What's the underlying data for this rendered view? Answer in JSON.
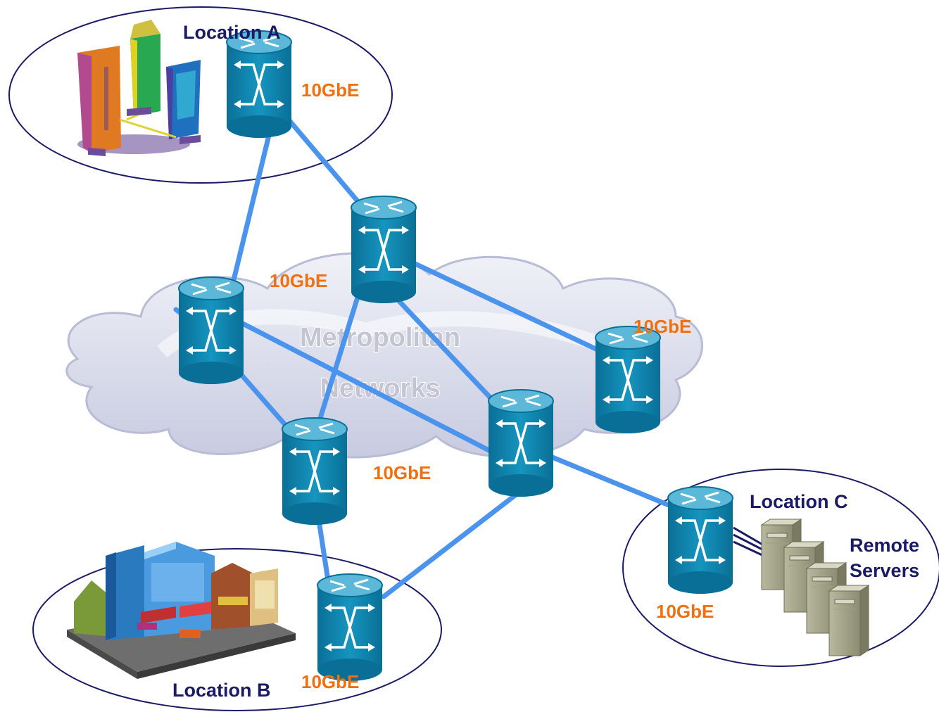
{
  "diagram": {
    "cloud_label_line1": "Metropolitan",
    "cloud_label_line2": "Networks",
    "locations": {
      "a": "Location A",
      "b": "Location B",
      "c": "Location C"
    },
    "remote_servers_line1": "Remote",
    "remote_servers_line2": "Servers",
    "link_speed": "10GbE",
    "colors": {
      "link": "#4a94ee",
      "router_body": "#0e7fa8",
      "router_top": "#5bb8d8",
      "speed_label": "#f07010",
      "location_label": "#1a1a66",
      "cloud": "#c8cbe0"
    }
  }
}
